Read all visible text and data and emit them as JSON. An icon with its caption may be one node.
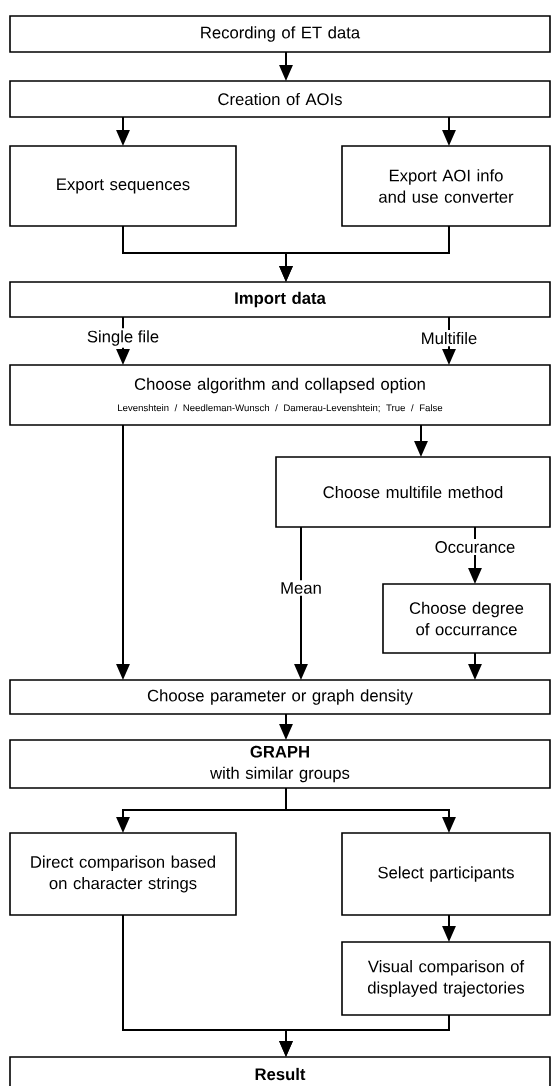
{
  "diagram": {
    "nodes": [
      {
        "text": [
          "Recording of ET data"
        ]
      },
      {
        "text": [
          "Creation of AOIs"
        ]
      },
      {
        "text": [
          "Export sequences"
        ]
      },
      {
        "text": [
          "Export AOI info and use converter"
        ]
      },
      {
        "text": [
          "Import data"
        ]
      },
      {
        "text": [
          "Choose algorithm and collapsed option",
          "Levenshtein / Needleman-Wunsch / Damerau-Levenshtein; True / False"
        ]
      },
      {
        "text": [
          "Choose multifile method"
        ]
      },
      {
        "text": [
          "Choose degree of occurrance"
        ]
      },
      {
        "text": [
          "Choose parameter or graph density"
        ]
      },
      {
        "text": [
          "GRAPH",
          "with similar groups"
        ]
      },
      {
        "text": [
          "Direct comparison based on character strings"
        ]
      },
      {
        "text": [
          "Select participants"
        ]
      },
      {
        "text": [
          "Visual comparison of displayed trajectories"
        ]
      },
      {
        "text": [
          "Result"
        ]
      }
    ],
    "edges": [
      {
        "from": 0,
        "to": 1,
        "arrow": "to"
      },
      {
        "from": 1,
        "to": 2,
        "arrow": "to"
      },
      {
        "from": 1,
        "to": 3,
        "arrow": "to"
      },
      {
        "from": 2,
        "to": 4,
        "arrow": "to"
      },
      {
        "from": 3,
        "to": 4,
        "arrow": "to"
      },
      {
        "from": 4,
        "to": 5,
        "arrow": "to",
        "label": "Single file"
      },
      {
        "from": 4,
        "to": 5,
        "arrow": "to",
        "label": "Multifile"
      },
      {
        "from": 5,
        "to": 6,
        "arrow": "to"
      },
      {
        "from": 5,
        "to": 8,
        "arrow": "to"
      },
      {
        "from": 6,
        "to": 8,
        "arrow": "to",
        "label": "Mean"
      },
      {
        "from": 6,
        "to": 7,
        "arrow": "to",
        "label": "Occurance"
      },
      {
        "from": 7,
        "to": 8,
        "arrow": "to"
      },
      {
        "from": 8,
        "to": 9,
        "arrow": "to"
      },
      {
        "from": 9,
        "to": 10,
        "arrow": "to"
      },
      {
        "from": 9,
        "to": 11,
        "arrow": "to"
      },
      {
        "from": 11,
        "to": 12,
        "arrow": "to"
      },
      {
        "from": 10,
        "to": 13,
        "arrow": "to"
      },
      {
        "from": 12,
        "to": 13,
        "arrow": "to"
      }
    ]
  }
}
